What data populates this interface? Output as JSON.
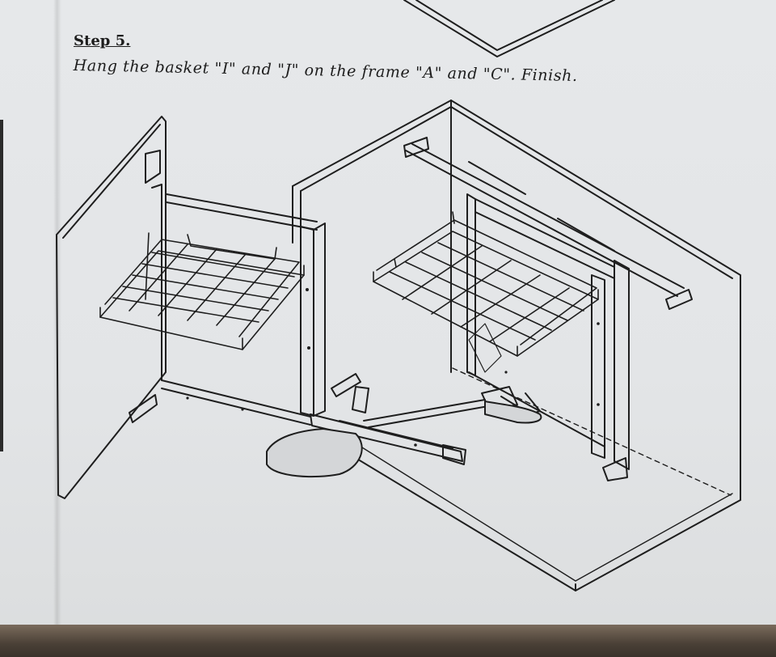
{
  "instruction": {
    "step_label": "Step 5.",
    "text": "Hang the basket \"I\" and \"J\" on the frame \"A\" and \"C\". Finish."
  },
  "illustration": {
    "icon": "corner-cabinet-pullout-basket-assembly",
    "line_color": "#1e1e1e",
    "paper_color": "#e4e6e8"
  }
}
